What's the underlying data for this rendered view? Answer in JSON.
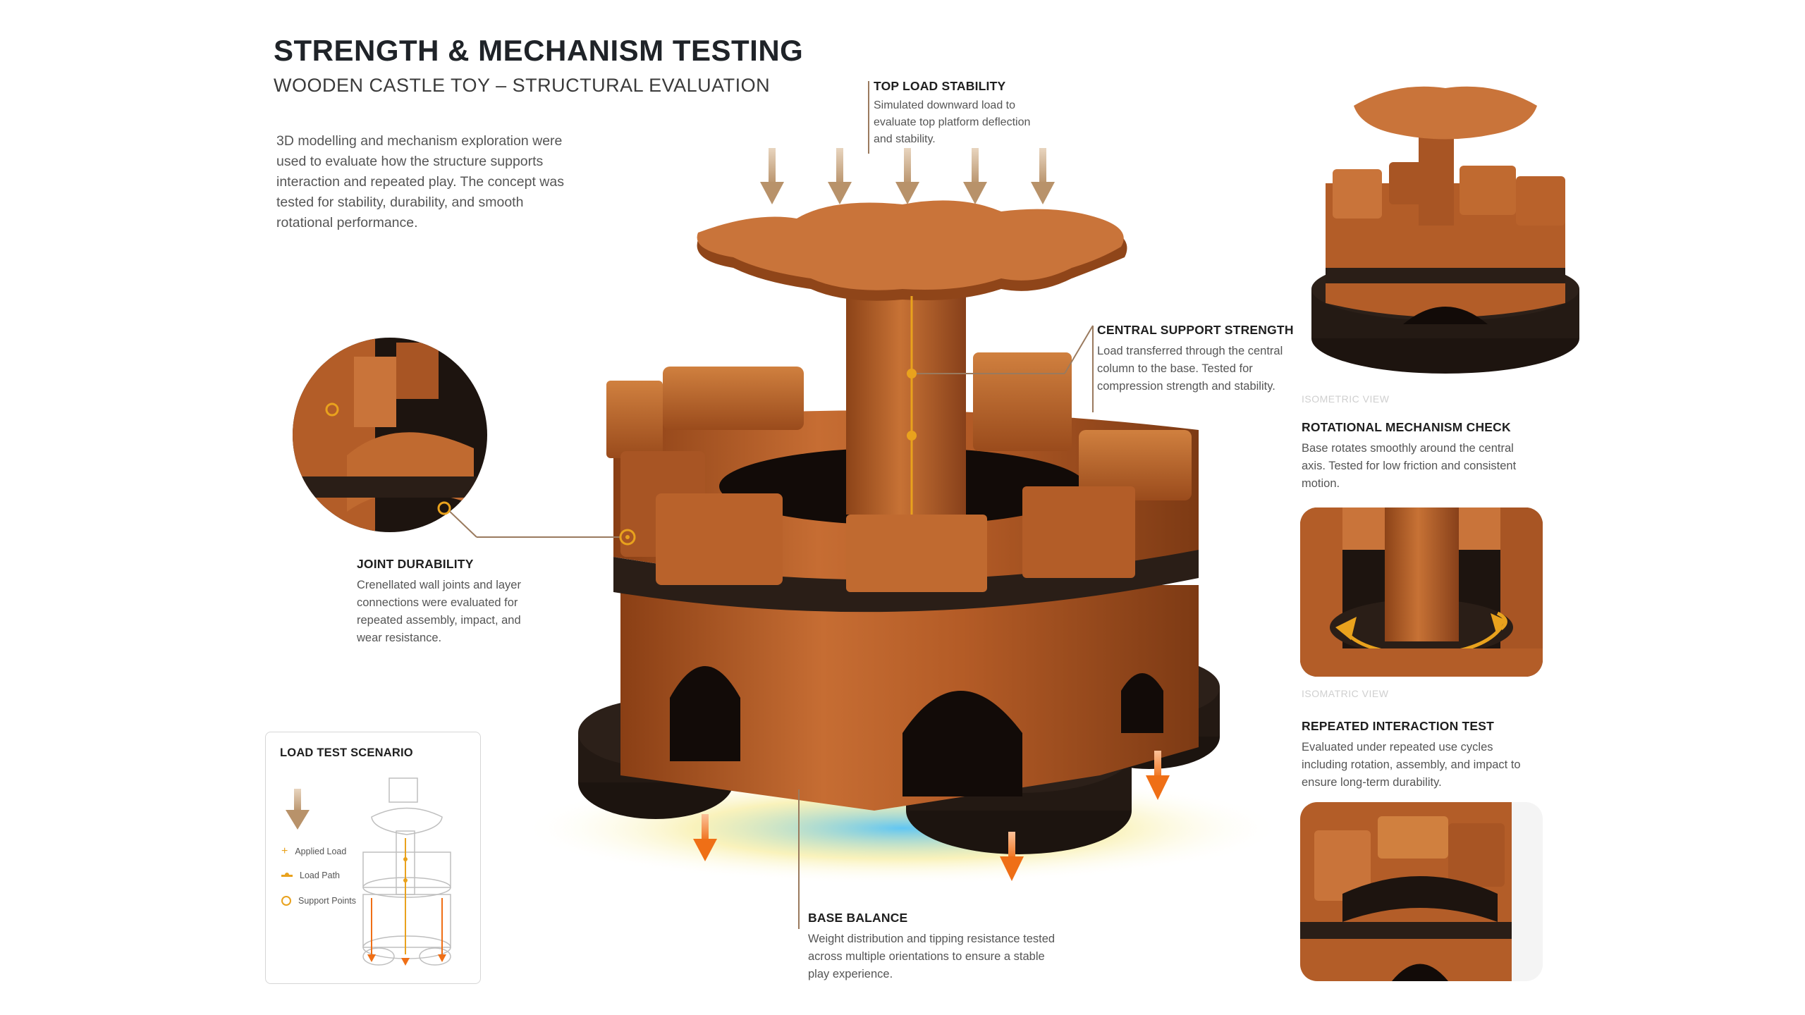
{
  "header": {
    "title": "STRENGTH & MECHANISM TESTING",
    "subtitle": "WOODEN CASTLE TOY – STRUCTURAL EVALUATION"
  },
  "intro": "3D modelling and mechanism exploration were used to evaluate how the structure supports interaction and repeated play. The concept was tested for stability, durability, and smooth rotational performance.",
  "callouts": {
    "top_load": {
      "title": "TOP LOAD STABILITY",
      "body": "Simulated downward load to evaluate top platform deflection and stability."
    },
    "central_support": {
      "title": "CENTRAL SUPPORT STRENGTH",
      "body": "Load transferred through the central column to the base. Tested for compression strength and stability."
    },
    "joint_durability": {
      "title": "JOINT DURABILITY",
      "body": "Crenellated wall joints and layer connections were evaluated for repeated assembly, impact, and wear resistance."
    },
    "base_balance": {
      "title": "BASE BALANCE",
      "body": "Weight distribution and tipping resistance tested across multiple orientations to ensure a stable play experience."
    }
  },
  "side": {
    "view_label_1": "ISOMETRIC VIEW",
    "rotational": {
      "title": "ROTATIONAL MECHANISM CHECK",
      "body": "Base rotates smoothly around the central axis. Tested for low friction and consistent motion."
    },
    "view_label_2": "ISOMATRIC VIEW",
    "repeated": {
      "title": "REPEATED INTERACTION TEST",
      "body": "Evaluated under repeated use cycles including rotation, assembly, and impact to ensure long-term durability."
    }
  },
  "load_panel": {
    "title": "LOAD TEST SCENARIO",
    "legend": [
      "Applied Load",
      "Load Path",
      "Support Points"
    ]
  },
  "colors": {
    "wood_light": "#c9743a",
    "wood_mid": "#a85524",
    "wood_dark": "#6e3414",
    "band": "#2a1e17",
    "accent": "#e9a21d",
    "arrow_brown": "#c9a57e",
    "arrow_orange": "#f07a1f"
  }
}
